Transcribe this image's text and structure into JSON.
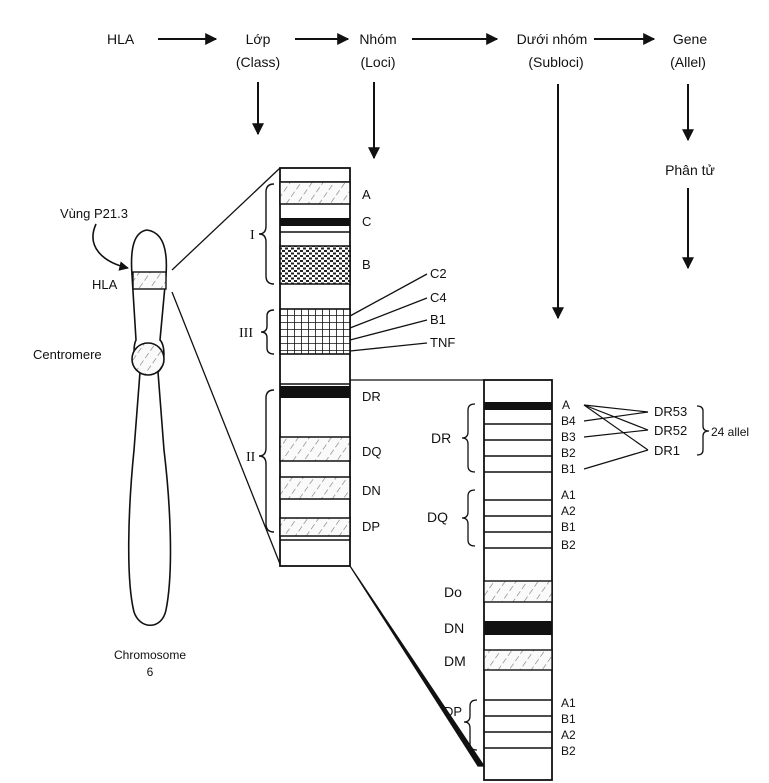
{
  "header": {
    "hla": "HLA",
    "class": "Lớp",
    "class_en": "(Class)",
    "loci": "Nhóm",
    "loci_en": "(Loci)",
    "subloci": "Dưới nhóm",
    "subloci_en": "(Subloci)",
    "gene": "Gene",
    "gene_en": "(Allel)",
    "molecule": "Phân tử"
  },
  "chromosome": {
    "region": "Vùng P21.3",
    "hla": "HLA",
    "centromere": "Centromere",
    "name": "Chromosome",
    "number": "6"
  },
  "classes": {
    "one": "I",
    "two": "II",
    "three": "III"
  },
  "loci": {
    "a": "A",
    "c": "C",
    "b": "B",
    "c2": "C2",
    "c4": "C4",
    "b1": "B1",
    "tnf": "TNF",
    "dr": "DR",
    "dq": "DQ",
    "dn": "DN",
    "dp": "DP"
  },
  "subloci": {
    "dr": "DR",
    "dq": "DQ",
    "do": "Do",
    "dn": "DN",
    "dm": "DM",
    "dp": "DP",
    "dr_genes": [
      "A",
      "B4",
      "B3",
      "B2",
      "B1"
    ],
    "dq_genes": [
      "A1",
      "A2",
      "B1",
      "B2"
    ],
    "dp_genes": [
      "A1",
      "B1",
      "A2",
      "B2"
    ]
  },
  "alleles": {
    "dr53": "DR53",
    "dr52": "DR52",
    "dr1": "DR1",
    "count": "24 allel"
  }
}
